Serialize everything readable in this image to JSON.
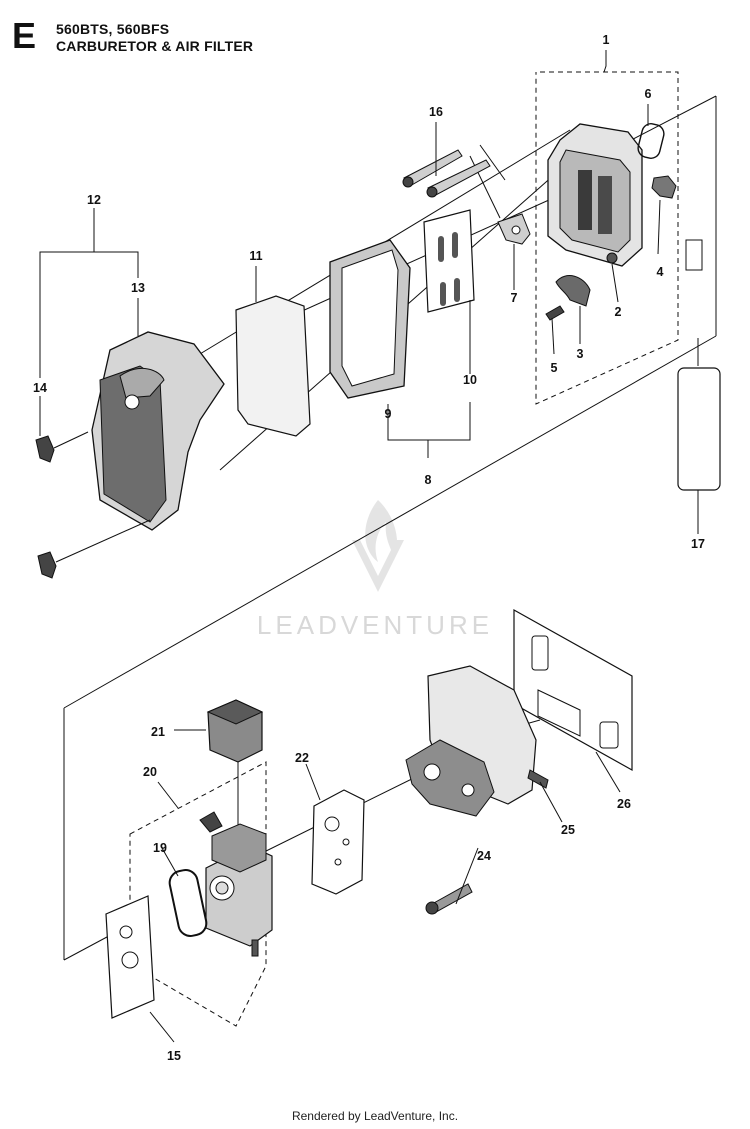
{
  "header": {
    "section_letter": "E",
    "models": "560BTS, 560BFS",
    "title": "CARBURETOR & AIR FILTER"
  },
  "callouts": [
    {
      "id": "1",
      "label": "1"
    },
    {
      "id": "2",
      "label": "2"
    },
    {
      "id": "3",
      "label": "3"
    },
    {
      "id": "4",
      "label": "4"
    },
    {
      "id": "5",
      "label": "5"
    },
    {
      "id": "6",
      "label": "6"
    },
    {
      "id": "7",
      "label": "7"
    },
    {
      "id": "8",
      "label": "8"
    },
    {
      "id": "9",
      "label": "9"
    },
    {
      "id": "10",
      "label": "10"
    },
    {
      "id": "11",
      "label": "11"
    },
    {
      "id": "12",
      "label": "12"
    },
    {
      "id": "13",
      "label": "13"
    },
    {
      "id": "14",
      "label": "14"
    },
    {
      "id": "15",
      "label": "15"
    },
    {
      "id": "16",
      "label": "16"
    },
    {
      "id": "17",
      "label": "17"
    },
    {
      "id": "19",
      "label": "19"
    },
    {
      "id": "20",
      "label": "20"
    },
    {
      "id": "21",
      "label": "21"
    },
    {
      "id": "22",
      "label": "22"
    },
    {
      "id": "24",
      "label": "24"
    },
    {
      "id": "25",
      "label": "25"
    },
    {
      "id": "26",
      "label": "26"
    }
  ],
  "watermark": {
    "text": "LEADVENTURE"
  },
  "footer": {
    "text": "Rendered by LeadVenture, Inc."
  }
}
